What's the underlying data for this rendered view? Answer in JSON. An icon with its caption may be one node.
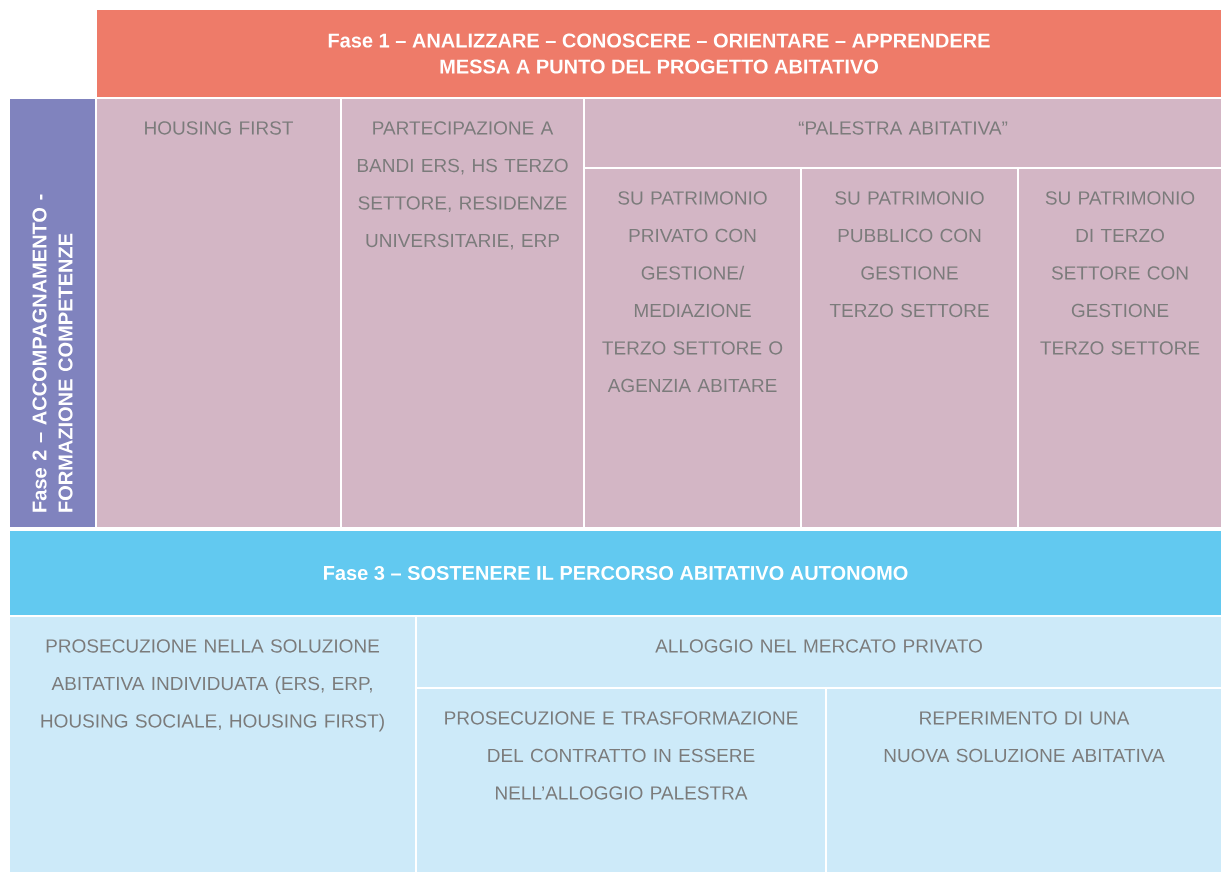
{
  "diagram": {
    "nodes": [
      {
        "text": [
          "Fase 1 – ANALIZZARE – CONOSCERE – ORIENTARE – APPRENDERE",
          "MESSA A PUNTO DEL PROGETTO ABITATIVO"
        ]
      },
      {
        "text": [
          "Fase 2 – ACCOMPAGNAMENTO - FORMAZIONE COMPETENZE"
        ]
      },
      {
        "text": [
          "HOUSING FIRST"
        ]
      },
      {
        "text": [
          "PARTECIPAZIONE A BANDI ERS, HS TERZO SETTORE, RESIDENZE UNIVERSITARIE, ERP"
        ]
      },
      {
        "text": [
          "“PALESTRA ABITATIVA”"
        ]
      },
      {
        "text": [
          "SU PATRIMONIO PRIVATO CON GESTIONE/ MEDIAZIONE TERZO SETTORE O AGENZIA ABITARE"
        ]
      },
      {
        "text": [
          "SU PATRIMONIO PUBBLICO CON GESTIONE TERZO SETTORE"
        ]
      },
      {
        "text": [
          "SU PATRIMONIO DI TERZO SETTORE CON GESTIONE TERZO SETTORE"
        ]
      },
      {
        "text": [
          "Fase 3 – SOSTENERE IL PERCORSO ABITATIVO AUTONOMO"
        ]
      },
      {
        "text": [
          "PROSECUZIONE NELLA SOLUZIONE ABITATIVA INDIVIDUATA (ERS, ERP, HOUSING SOCIALE, HOUSING FIRST)"
        ]
      },
      {
        "text": [
          "ALLOGGIO NEL MERCATO PRIVATO"
        ]
      },
      {
        "text": [
          "PROSECUZIONE E TRASFORMAZIONE DEL CONTRATTO IN ESSERE NELL’ALLOGGIO PALESTRA"
        ]
      },
      {
        "text": [
          "REPERIMENTO DI UNA NUOVA SOLUZIONE ABITATIVA"
        ]
      }
    ]
  }
}
